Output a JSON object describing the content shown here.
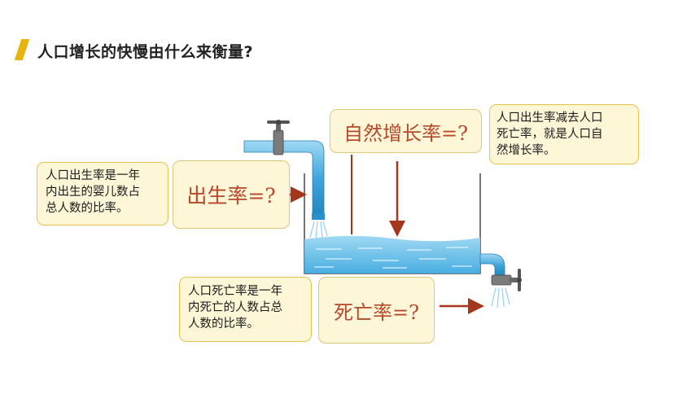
{
  "title": "人口增长的快慢由什么来衡量?",
  "formulas": {
    "natural_growth": "自然增长率=?",
    "birth": "出生率=?",
    "death": "死亡率=?"
  },
  "notes": {
    "natural_growth": [
      "人口出生率减去人口",
      "死亡率，就是人口自",
      "然增长率。"
    ],
    "birth": [
      "人口出生率是一年",
      "内出生的婴儿数占",
      "总人数的比率。"
    ],
    "death": [
      "人口死亡率是一年",
      "内死亡的人数占总",
      "人数的比率。"
    ]
  },
  "colors": {
    "accent_bar": "#e8b410",
    "formula_text": "#b7482a",
    "arrow": "#a3361c",
    "water": "#56b8e6",
    "pipe": "#3aa2d8",
    "note_border": "#e6c24a"
  }
}
